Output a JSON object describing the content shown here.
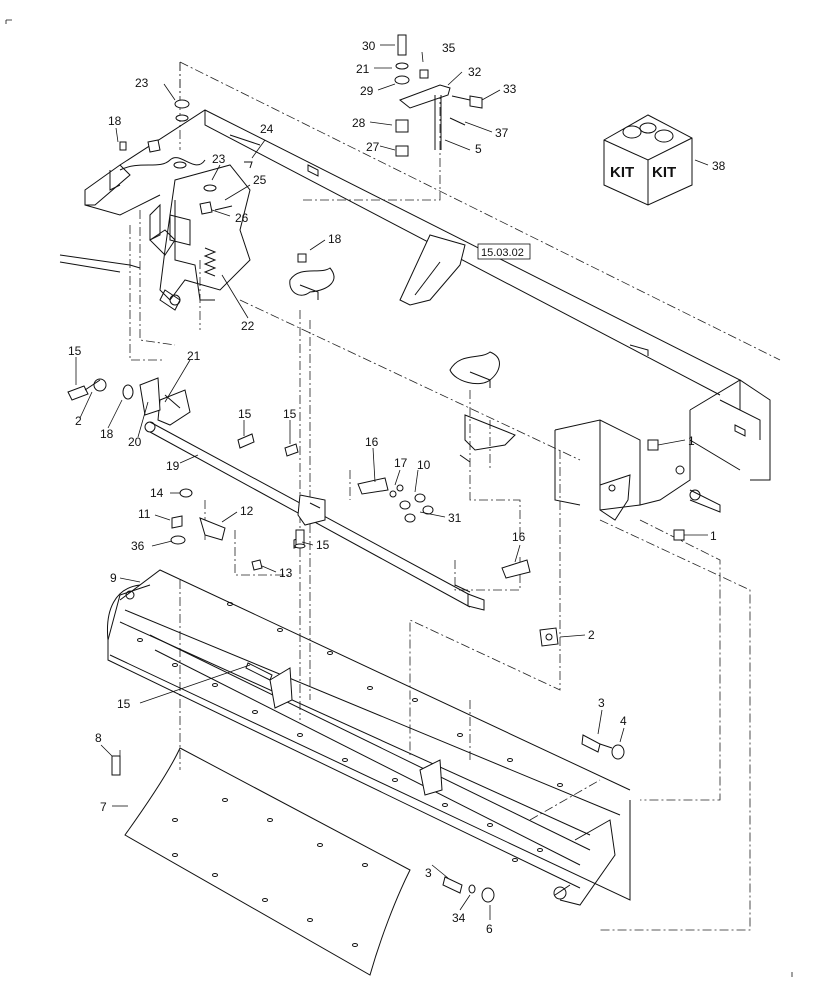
{
  "reference_box": "15.03.02",
  "kit": {
    "label_left": "KIT",
    "label_right": "KIT"
  },
  "callouts": [
    {
      "id": "c30",
      "text": "30"
    },
    {
      "id": "c35",
      "text": "35"
    },
    {
      "id": "c21a",
      "text": "21"
    },
    {
      "id": "c32",
      "text": "32"
    },
    {
      "id": "c29",
      "text": "29"
    },
    {
      "id": "c33",
      "text": "33"
    },
    {
      "id": "c23a",
      "text": "23"
    },
    {
      "id": "c28",
      "text": "28"
    },
    {
      "id": "c37",
      "text": "37"
    },
    {
      "id": "c18a",
      "text": "18"
    },
    {
      "id": "c24",
      "text": "24"
    },
    {
      "id": "c27",
      "text": "27"
    },
    {
      "id": "c5",
      "text": "5"
    },
    {
      "id": "c38",
      "text": "38"
    },
    {
      "id": "c23b",
      "text": "23"
    },
    {
      "id": "c25",
      "text": "25"
    },
    {
      "id": "c26",
      "text": "26"
    },
    {
      "id": "c18b",
      "text": "18"
    },
    {
      "id": "c22",
      "text": "22"
    },
    {
      "id": "c15a",
      "text": "15"
    },
    {
      "id": "c21b",
      "text": "21"
    },
    {
      "id": "c2a",
      "text": "2"
    },
    {
      "id": "c18c",
      "text": "18"
    },
    {
      "id": "c20",
      "text": "20"
    },
    {
      "id": "c15b",
      "text": "15"
    },
    {
      "id": "c15c",
      "text": "15"
    },
    {
      "id": "c1a",
      "text": "1"
    },
    {
      "id": "c19",
      "text": "19"
    },
    {
      "id": "c16a",
      "text": "16"
    },
    {
      "id": "c17",
      "text": "17"
    },
    {
      "id": "c10",
      "text": "10"
    },
    {
      "id": "c14",
      "text": "14"
    },
    {
      "id": "c12",
      "text": "12"
    },
    {
      "id": "c31",
      "text": "31"
    },
    {
      "id": "c1b",
      "text": "1"
    },
    {
      "id": "c11",
      "text": "11"
    },
    {
      "id": "c15d",
      "text": "15"
    },
    {
      "id": "c36",
      "text": "36"
    },
    {
      "id": "c16b",
      "text": "16"
    },
    {
      "id": "c13",
      "text": "13"
    },
    {
      "id": "c9",
      "text": "9"
    },
    {
      "id": "c2b",
      "text": "2"
    },
    {
      "id": "c15e",
      "text": "15"
    },
    {
      "id": "c3a",
      "text": "3"
    },
    {
      "id": "c4",
      "text": "4"
    },
    {
      "id": "c8",
      "text": "8"
    },
    {
      "id": "c7",
      "text": "7"
    },
    {
      "id": "c3b",
      "text": "3"
    },
    {
      "id": "c34",
      "text": "34"
    },
    {
      "id": "c6",
      "text": "6"
    }
  ]
}
